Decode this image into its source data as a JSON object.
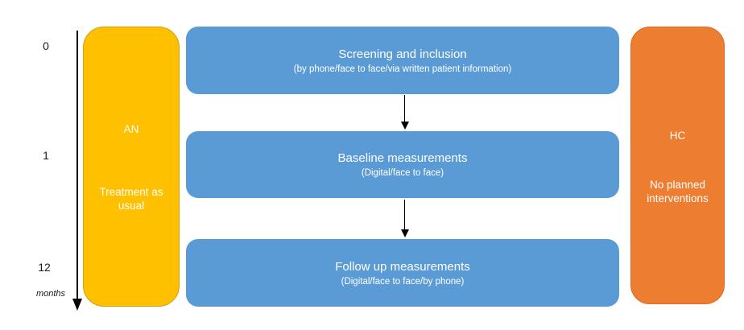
{
  "timeline": {
    "ticks": [
      "0",
      "1",
      "12"
    ],
    "unit": "months"
  },
  "arms": {
    "left": {
      "abbrev": "AN",
      "description_lines": [
        "Treatment as",
        "usual"
      ],
      "fill": "#FFC000",
      "border": "#D49C12"
    },
    "right": {
      "abbrev": "HC",
      "description_lines": [
        "No planned",
        "interventions"
      ],
      "fill": "#ED7D31",
      "border": "#DB6B1F"
    }
  },
  "steps": [
    {
      "title": "Screening and inclusion",
      "subtitle": "(by phone/face to face/via written patient information)"
    },
    {
      "title": "Baseline measurements",
      "subtitle": "(Digital/face to face)"
    },
    {
      "title": "Follow up measurements",
      "subtitle": "(Digital/face to face/by phone)"
    }
  ],
  "colors": {
    "step_fill": "#5B9BD5",
    "step_text": "#FFFFFF",
    "arm_text": "#FFFFFF",
    "timeline": "#000000",
    "background": "#FFFFFF"
  }
}
